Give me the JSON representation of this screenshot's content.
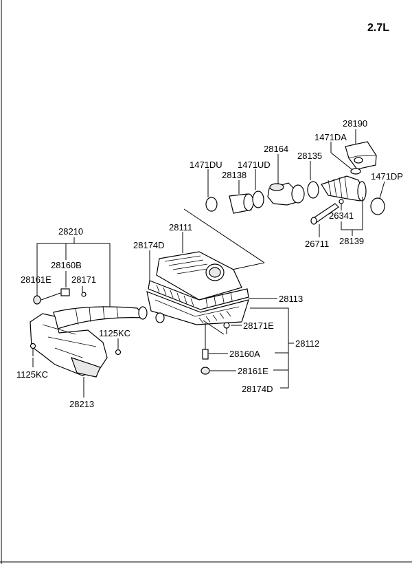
{
  "diagram": {
    "engine_label": "2.7L",
    "labels": {
      "p28190": "28190",
      "p1471DA": "1471DA",
      "p28164": "28164",
      "p1471DU": "1471DU",
      "p1471UD": "1471UD",
      "p28138": "28138",
      "p28135": "28135",
      "p1471DP": "1471DP",
      "p26341": "26341",
      "p28111": "28111",
      "p26711": "26711",
      "p28139": "28139",
      "p28210": "28210",
      "p28174D_top": "28174D",
      "p28160B": "28160B",
      "p28161E_left": "28161E",
      "p28171": "28171",
      "p28113": "28113",
      "p28171E": "28171E",
      "p1125KC_mid": "1125KC",
      "p28112": "28112",
      "p28160A": "28160A",
      "p1125KC_left": "1125KC",
      "p28161E_right": "28161E",
      "p28174D_bottom": "28174D",
      "p28213": "28213"
    }
  }
}
